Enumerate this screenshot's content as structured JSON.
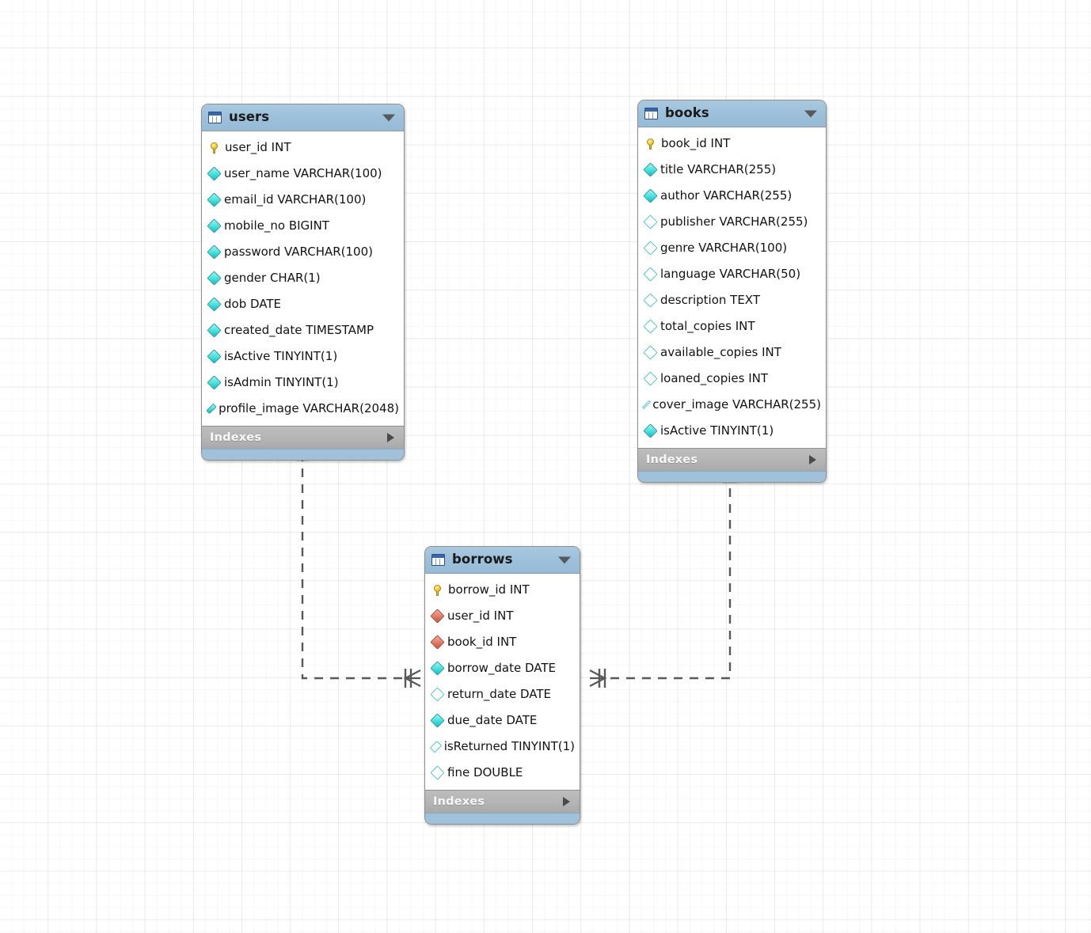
{
  "canvas": {
    "title": "EER Diagram canvas",
    "background": "#ffffff",
    "grid_color": "#e8e8e8",
    "header_color": "#9dc0da",
    "indexes_bar_color": "#b4b4b4",
    "connector_color": "#585858"
  },
  "icons": {
    "table": "table-icon",
    "caret_down": "chevron-down-icon",
    "caret_right": "chevron-right-icon",
    "primary_key": "key-icon",
    "column_notnull": "filled-diamond-icon",
    "column_nullable": "hollow-diamond-icon",
    "foreign_key": "red-diamond-icon"
  },
  "tables": [
    {
      "name": "users",
      "indexes_label": "Indexes",
      "columns": [
        {
          "label": "user_id INT",
          "icon": "pk"
        },
        {
          "label": "user_name VARCHAR(100)",
          "icon": "nn"
        },
        {
          "label": "email_id VARCHAR(100)",
          "icon": "nn"
        },
        {
          "label": "mobile_no BIGINT",
          "icon": "nn"
        },
        {
          "label": "password VARCHAR(100)",
          "icon": "nn"
        },
        {
          "label": "gender CHAR(1)",
          "icon": "nn"
        },
        {
          "label": "dob DATE",
          "icon": "nn"
        },
        {
          "label": "created_date TIMESTAMP",
          "icon": "nn"
        },
        {
          "label": "isActive TINYINT(1)",
          "icon": "nn"
        },
        {
          "label": "isAdmin TINYINT(1)",
          "icon": "nn"
        },
        {
          "label": "profile_image VARCHAR(2048)",
          "icon": "nn"
        }
      ]
    },
    {
      "name": "books",
      "indexes_label": "Indexes",
      "columns": [
        {
          "label": "book_id INT",
          "icon": "pk"
        },
        {
          "label": "title VARCHAR(255)",
          "icon": "nn"
        },
        {
          "label": "author VARCHAR(255)",
          "icon": "nn"
        },
        {
          "label": "publisher VARCHAR(255)",
          "icon": "null"
        },
        {
          "label": "genre VARCHAR(100)",
          "icon": "null"
        },
        {
          "label": "language VARCHAR(50)",
          "icon": "null"
        },
        {
          "label": "description TEXT",
          "icon": "null"
        },
        {
          "label": "total_copies INT",
          "icon": "null"
        },
        {
          "label": "available_copies INT",
          "icon": "null"
        },
        {
          "label": "loaned_copies INT",
          "icon": "null"
        },
        {
          "label": "cover_image VARCHAR(255)",
          "icon": "null"
        },
        {
          "label": "isActive TINYINT(1)",
          "icon": "nn"
        }
      ]
    },
    {
      "name": "borrows",
      "indexes_label": "Indexes",
      "columns": [
        {
          "label": "borrow_id INT",
          "icon": "pk"
        },
        {
          "label": "user_id INT",
          "icon": "fk"
        },
        {
          "label": "book_id INT",
          "icon": "fk"
        },
        {
          "label": "borrow_date DATE",
          "icon": "nn"
        },
        {
          "label": "return_date DATE",
          "icon": "null"
        },
        {
          "label": "due_date DATE",
          "icon": "nn"
        },
        {
          "label": "isReturned TINYINT(1)",
          "icon": "null"
        },
        {
          "label": "fine DOUBLE",
          "icon": "null"
        }
      ]
    }
  ],
  "relationships": [
    {
      "name": "users-to-borrows",
      "from": "users",
      "to": "borrows",
      "from_cardinality": "one",
      "to_cardinality": "many",
      "style": "dashed"
    },
    {
      "name": "books-to-borrows",
      "from": "books",
      "to": "borrows",
      "from_cardinality": "one",
      "to_cardinality": "many",
      "style": "dashed"
    }
  ]
}
